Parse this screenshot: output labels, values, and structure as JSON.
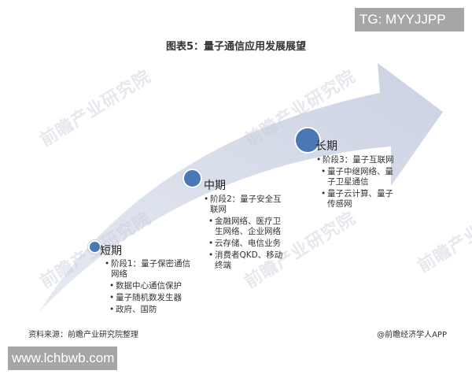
{
  "badges": {
    "tg": "TG: MYYJJPP",
    "site": "www.lchbwb.com"
  },
  "title": "图表5：量子通信应用发展展望",
  "watermark": "前瞻产业研究院",
  "colors": {
    "arrow_fill": "#d3d9e6",
    "dot_fill": "#4a78b5",
    "badge_bg": "#a6a6a6"
  },
  "phases": [
    {
      "label": "短期",
      "stage": "阶段1：量子保密通信网络",
      "items": [
        "数据中心通信保护",
        "量子随机数发生器",
        "政府、国防"
      ]
    },
    {
      "label": "中期",
      "stage": "阶段2：量子安全互联网",
      "items": [
        "金融网络、医疗卫生网络、企业网络",
        "云存储、电信业务",
        "消费者QKD、移动终端"
      ]
    },
    {
      "label": "长期",
      "stage": "阶段3：量子互联网",
      "items": [
        "量子中继网络、量子卫星通信",
        "量子云计算、量子传感网"
      ]
    }
  ],
  "footer": {
    "source": "资料来源：前瞻产业研究院整理",
    "credit": "@前瞻经济学人APP"
  },
  "bullet": "•"
}
